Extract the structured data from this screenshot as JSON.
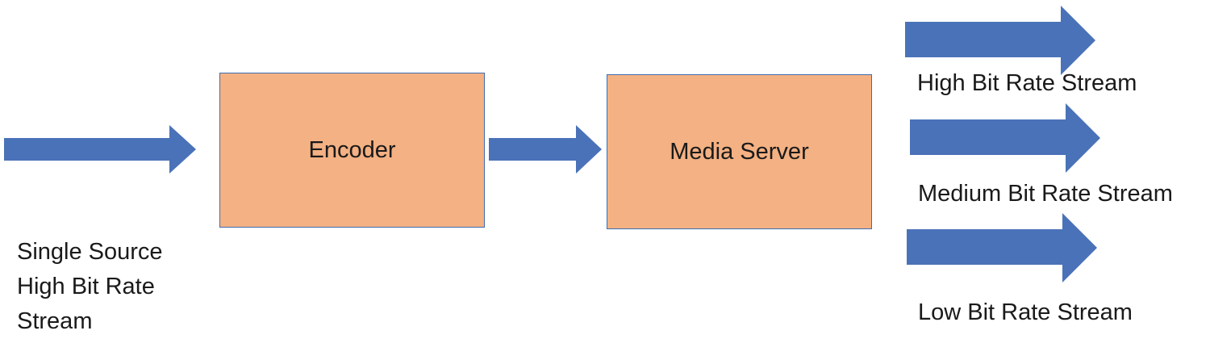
{
  "colors": {
    "arrow": "#4a72b8",
    "box_fill": "#f4b183",
    "box_border": "#3f6db0"
  },
  "input": {
    "label_lines": [
      "Single Source",
      "High Bit Rate",
      "Stream"
    ]
  },
  "encoder": {
    "label": "Encoder"
  },
  "media_server": {
    "label": "Media Server"
  },
  "outputs": [
    {
      "label": "High Bit Rate Stream"
    },
    {
      "label": "Medium Bit Rate Stream"
    },
    {
      "label": "Low Bit Rate Stream"
    }
  ]
}
